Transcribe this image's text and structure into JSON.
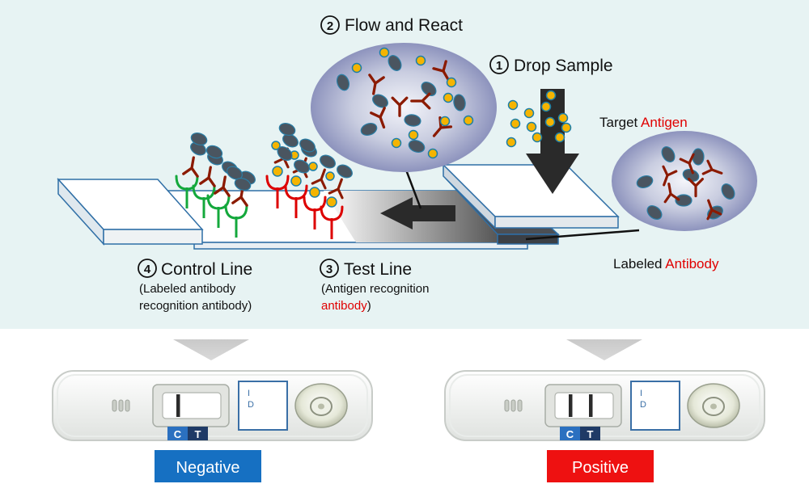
{
  "steps": {
    "step1": {
      "num": "1",
      "label": "Drop Sample"
    },
    "step2": {
      "num": "2",
      "label": "Flow and React"
    },
    "step3": {
      "num": "3",
      "label": "Test Line",
      "desc_line1": "(Antigen recognition",
      "desc_red": "antibody",
      "desc_close": ")"
    },
    "step4": {
      "num": "4",
      "label": "Control Line",
      "desc_line1": "(Labeled antibody",
      "desc_line2": "recognition antibody)"
    }
  },
  "labels": {
    "target_prefix": "Target ",
    "target_red": "Antigen",
    "labeled_prefix": "Labeled ",
    "labeled_red": "Antibody"
  },
  "cassettes": {
    "negative": {
      "c_label": "C",
      "t_label": "T",
      "id_label": "I\nD",
      "result_label": "Negative",
      "result_color": "#1670c2",
      "lines_shown": [
        "C"
      ]
    },
    "positive": {
      "c_label": "C",
      "t_label": "T",
      "id_label": "I\nD",
      "result_label": "Positive",
      "result_color": "#ee1111",
      "lines_shown": [
        "C",
        "T"
      ]
    }
  },
  "colors": {
    "panel_bg": "#e7f3f3",
    "antigen": "#f5b400",
    "antibody_labeled": "#8b1a00",
    "antibody_test": "#dd0000",
    "antibody_control": "#14a83c",
    "label_particle": "#4a5560",
    "red_text": "#e00000"
  }
}
